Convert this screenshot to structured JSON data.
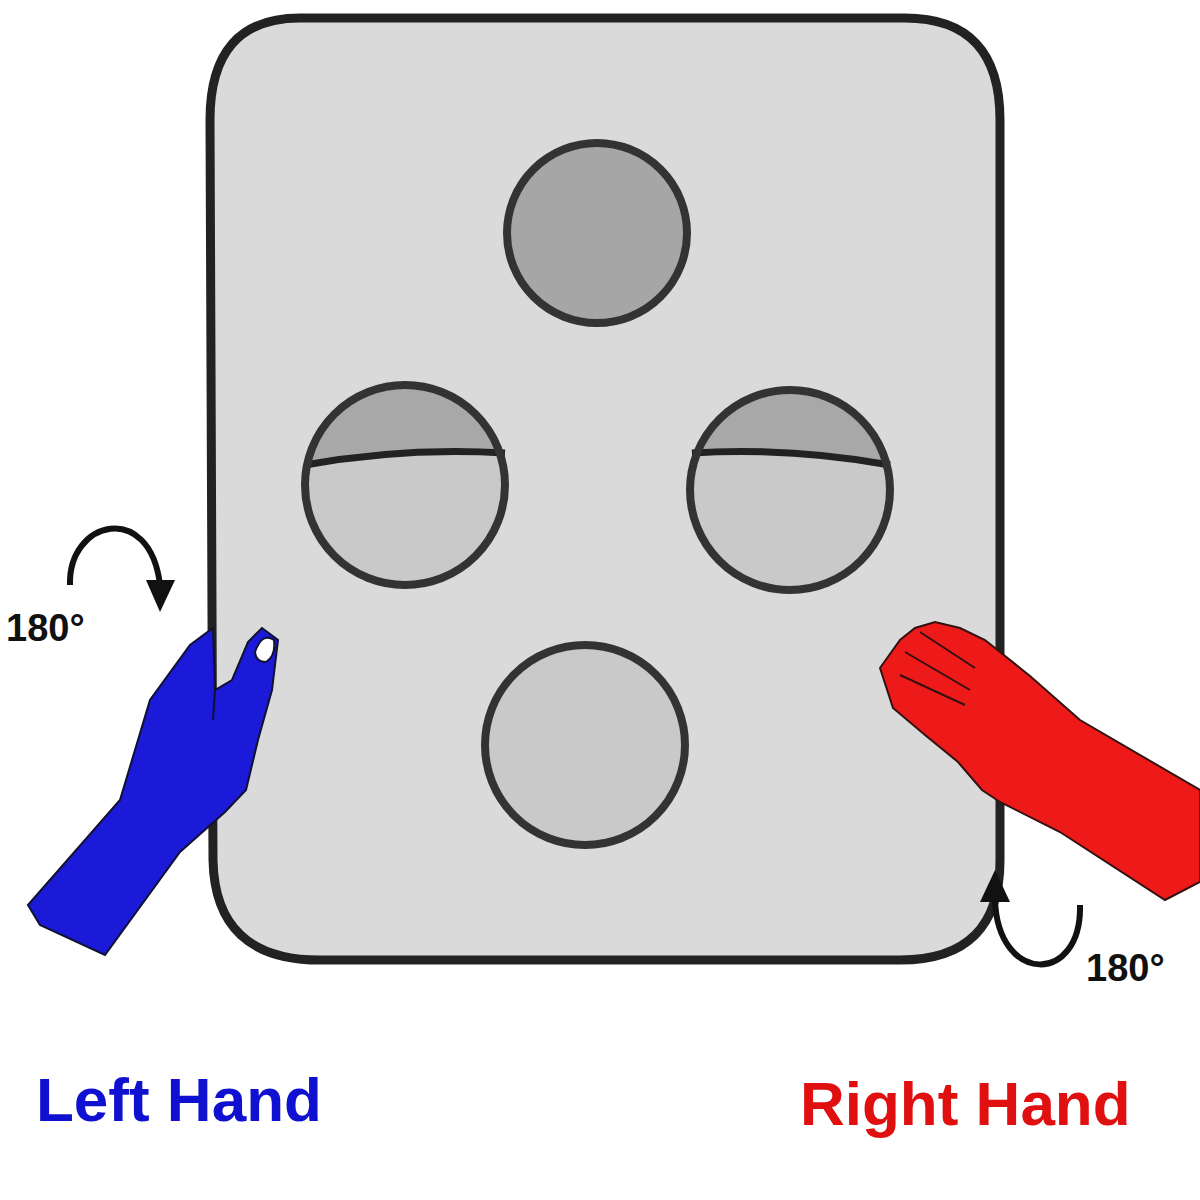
{
  "diagram": {
    "labels": [
      "180°",
      "180°",
      "Left Hand",
      "Right Hand"
    ]
  }
}
